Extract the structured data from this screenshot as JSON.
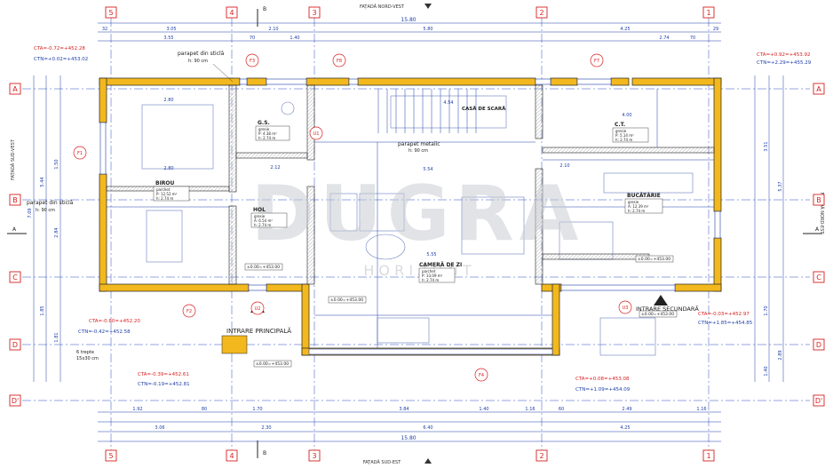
{
  "colors": {
    "wall": "#f2b81e",
    "line": "#1f3fa8",
    "red": "#d81e1e",
    "grid": "#2a4dbf",
    "dark": "#222222",
    "watermark": "#c9ccd1"
  },
  "facades": {
    "top": "FAȚADĂ NORD-VEST",
    "bottom": "FAȚADĂ SUD-EST",
    "left": "FAȚADĂ SUD-VEST",
    "right": "FAȚADĂ NORD-EST"
  },
  "axes_vertical": [
    {
      "label": "5"
    },
    {
      "label": "4"
    },
    {
      "label": "3"
    },
    {
      "label": "2"
    },
    {
      "label": "1"
    }
  ],
  "axes_horizontal": [
    {
      "label": "A"
    },
    {
      "label": "B"
    },
    {
      "label": "C"
    },
    {
      "label": "D"
    },
    {
      "label": "D'"
    }
  ],
  "overall_dimension": "15.80",
  "dims_top_row1": [
    "32",
    "3.05",
    "2.10",
    "5.80",
    "4.25",
    "29"
  ],
  "dims_top_row2": [
    "3.55",
    "70",
    "1.40",
    "2.74",
    "70"
  ],
  "dims_bottom_row1": [
    "1.92",
    "80",
    "1.70",
    "3.84",
    "1.40",
    "1.16",
    "60",
    "2.49",
    "1.16"
  ],
  "dims_bottom_row2": [
    "3.06",
    "2.30",
    "6.40",
    "4.25"
  ],
  "dims_left": [
    "7.09",
    "5.44",
    "1.50",
    "2.84",
    "1.85",
    "1.81"
  ],
  "dims_right": [
    "3.51",
    "5.37",
    "1.70",
    "2.89",
    "1.40"
  ],
  "rooms": [
    {
      "name": "BIROU",
      "p": "parchet",
      "area": "P: 12.52 m²",
      "height": "h: 2.74 m"
    },
    {
      "name": "HOL",
      "p": "gresie",
      "area": "A: 6.54 m²",
      "height": "h: 2.74 m"
    },
    {
      "name": "G.S.",
      "p": "gresie",
      "area": "P: 4.38 m²",
      "height": "h: 2.74 m"
    },
    {
      "name": "CASĂ DE SCARĂ",
      "p": "",
      "area": "",
      "height": ""
    },
    {
      "name": "CAMERĂ DE ZI",
      "p": "parchet",
      "area": "P: 33.09 m²",
      "height": "h: 2.74 m"
    },
    {
      "name": "C.T.",
      "p": "gresie",
      "area": "P: 5.14 m²",
      "height": "h: 2.74 m"
    },
    {
      "name": "BUCĂTĂRIE",
      "p": "gresie",
      "area": "A: 12.39 m²",
      "height": "h: 2.74 m"
    }
  ],
  "annotations": {
    "parapet_stair": "parapet din sticlă",
    "parapet_stair_h": "h: 90 cm",
    "parapet_left": "parapet din sticlă",
    "parapet_left_h": "h: 90 cm",
    "parapet_metal": "parapet metalic",
    "parapet_metal_h": "h: 90 cm",
    "entry_main": "INTRARE PRINCIPALĂ",
    "entry_secondary": "INTRARE SECUNDARĂ",
    "steps": "6 trepte",
    "steps_size": "15x30 cm"
  },
  "elevations": {
    "nw_cta": "CTA=-0.72=+452.28",
    "nw_ctn": "CTN=+0.02=+453.02",
    "ne_cta": "CTA=+0.92=+453.92",
    "ne_ctn": "CTN=+2.29=+455.29",
    "w_cta": "CTA=-0.80=+452.20",
    "w_ctn": "CTN=-0.42=+452.58",
    "sw_cta": "CTA=-0.39=+452.61",
    "sw_ctn": "CTN=-0.19=+452.81",
    "s_cta": "CTA=+0.08=+453.08",
    "s_ctn": "CTN=+1.09=+454.09",
    "e_cta": "CTA=-0.03=+452.97",
    "e_ctn": "CTN=+1.85=+454.85",
    "floor_hol": "±0.00=+453.00",
    "floor_zi": "±0.00=+453.00",
    "floor_entry": "±0.00=+453.00",
    "floor_kitchen": "±0.00=+453.00",
    "floor_terrace": "±0.00=+453.00"
  },
  "markers": {
    "f3": "F3",
    "f8": "F8",
    "f7": "F7",
    "f1": "F1",
    "f2": "F2",
    "f4": "F4",
    "u1": "U1",
    "u2": "U2",
    "u3": "U3"
  },
  "watermark": {
    "main": "DUGRA",
    "sub": "H O R I Z O N T"
  },
  "center_dims": {
    "living_width": "5.54",
    "living_width2": "5.55",
    "stair_dim": "4.54",
    "hall_dim": "2.12",
    "kitchen_dim": "4.00",
    "kitchen_dim2": "2.10",
    "office_dim": "2.80",
    "office_dim2": "2.80"
  }
}
